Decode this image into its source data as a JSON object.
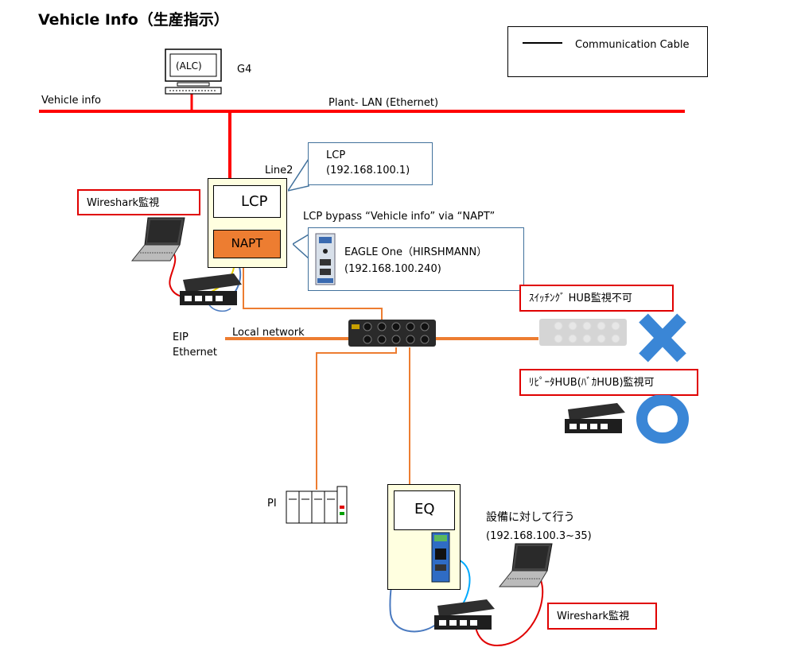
{
  "title": "Vehicle Info（生産指示）",
  "legend": {
    "label": "Communication Cable"
  },
  "g4": {
    "screen_text": "(ALC)",
    "label": "G4"
  },
  "plant_lan": {
    "left_label": "Vehicle info",
    "right_label": "Plant- LAN (Ethernet)"
  },
  "line2": "Line2",
  "lcp_callout": {
    "line1": "LCP",
    "line2": "(192.168.100.1)"
  },
  "lcp_panel": {
    "lcp": "LCP",
    "napt": "NAPT"
  },
  "wireshark_top": "Wireshark監視",
  "bypass_text": "LCP bypass “Vehicle info” via “NAPT”",
  "eagle_callout": {
    "line1": "EAGLE One（HIRSHMANN）",
    "line2": "(192.168.100.240)"
  },
  "switching_hub": "ｽｲｯﾁﾝｸﾞ HUB監視不可",
  "repeater_hub": "ﾘﾋﾟｰﾀHUB(ﾊﾞｶHUB)監視可",
  "eip": {
    "line1": "EIP",
    "line2": "Ethernet"
  },
  "local_network": "Local network",
  "pi": "PI",
  "eq": "EQ",
  "equipment_note": {
    "line1": "設備に対して行う",
    "line2": "(192.168.100.3~35)"
  },
  "wireshark_bottom": "Wireshark監視",
  "colors": {
    "lan": "#ff0000",
    "local": "#ed7d31",
    "napt": "#ed7d31",
    "panel": "#ffffe0",
    "blue_x": "#3a86d6",
    "callout_border": "#41719c"
  }
}
